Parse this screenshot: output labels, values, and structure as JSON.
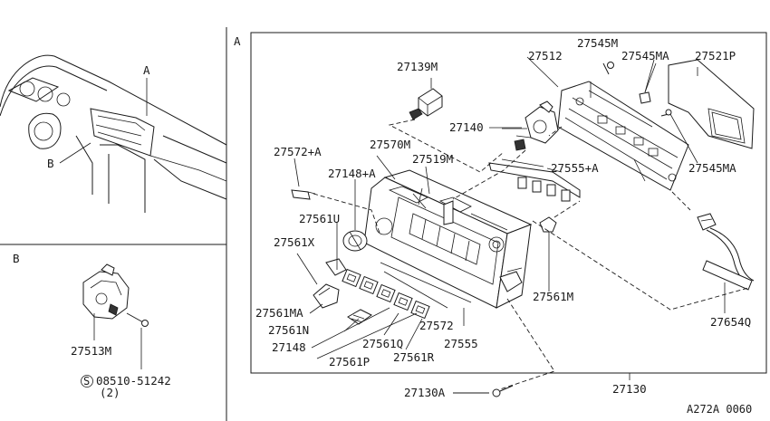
{
  "panels": {
    "a_label": "A",
    "b_label": "B",
    "inset_a_label": "A",
    "inset_b_label": "B"
  },
  "callouts": {
    "p27139M": "27139M",
    "p27545M": "27545M",
    "p27512": "27512",
    "p27545MA_top": "27545MA",
    "p27521P": "27521P",
    "p27140": "27140",
    "p27570M": "27570M",
    "p27519M": "27519M",
    "p27572A": "27572+A",
    "p27148A": "27148+A",
    "p27555A": "27555+A",
    "p27545MA_right": "27545MA",
    "p27561U": "27561U",
    "p27561X": "27561X",
    "p27561M": "27561M",
    "p27561MA": "27561MA",
    "p27561N": "27561N",
    "p27148": "27148",
    "p27561P": "27561P",
    "p27561Q": "27561Q",
    "p27561R": "27561R",
    "p27572": "27572",
    "p27555": "27555",
    "p27654Q": "27654Q",
    "p27130A": "27130A",
    "p27130": "27130",
    "p27513M": "27513M",
    "screw_code": "08510-51242",
    "screw_qty": "(2)",
    "screw_symbol": "S"
  },
  "diagram_code": "A272A 0060"
}
